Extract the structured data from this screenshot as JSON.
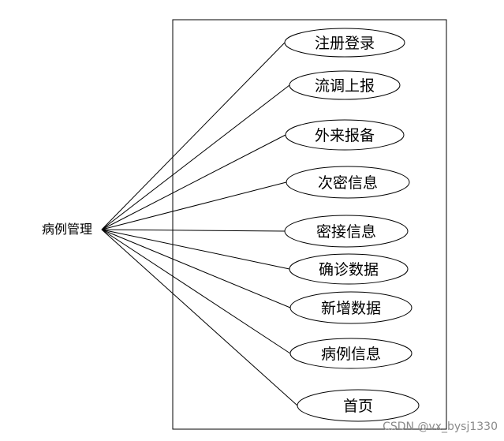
{
  "actor": {
    "label": "病例管理"
  },
  "use_cases": [
    {
      "label": "注册登录"
    },
    {
      "label": "流调上报"
    },
    {
      "label": "外来报备"
    },
    {
      "label": "次密信息"
    },
    {
      "label": "密接信息"
    },
    {
      "label": "确诊数据"
    },
    {
      "label": "新增数据"
    },
    {
      "label": "病例信息"
    },
    {
      "label": "首页"
    }
  ],
  "watermark": "CSDN @vx_bysj1330",
  "colors": {
    "stroke": "#000000",
    "text": "#000000",
    "watermark": "#8a8a8a",
    "background": "#ffffff"
  }
}
